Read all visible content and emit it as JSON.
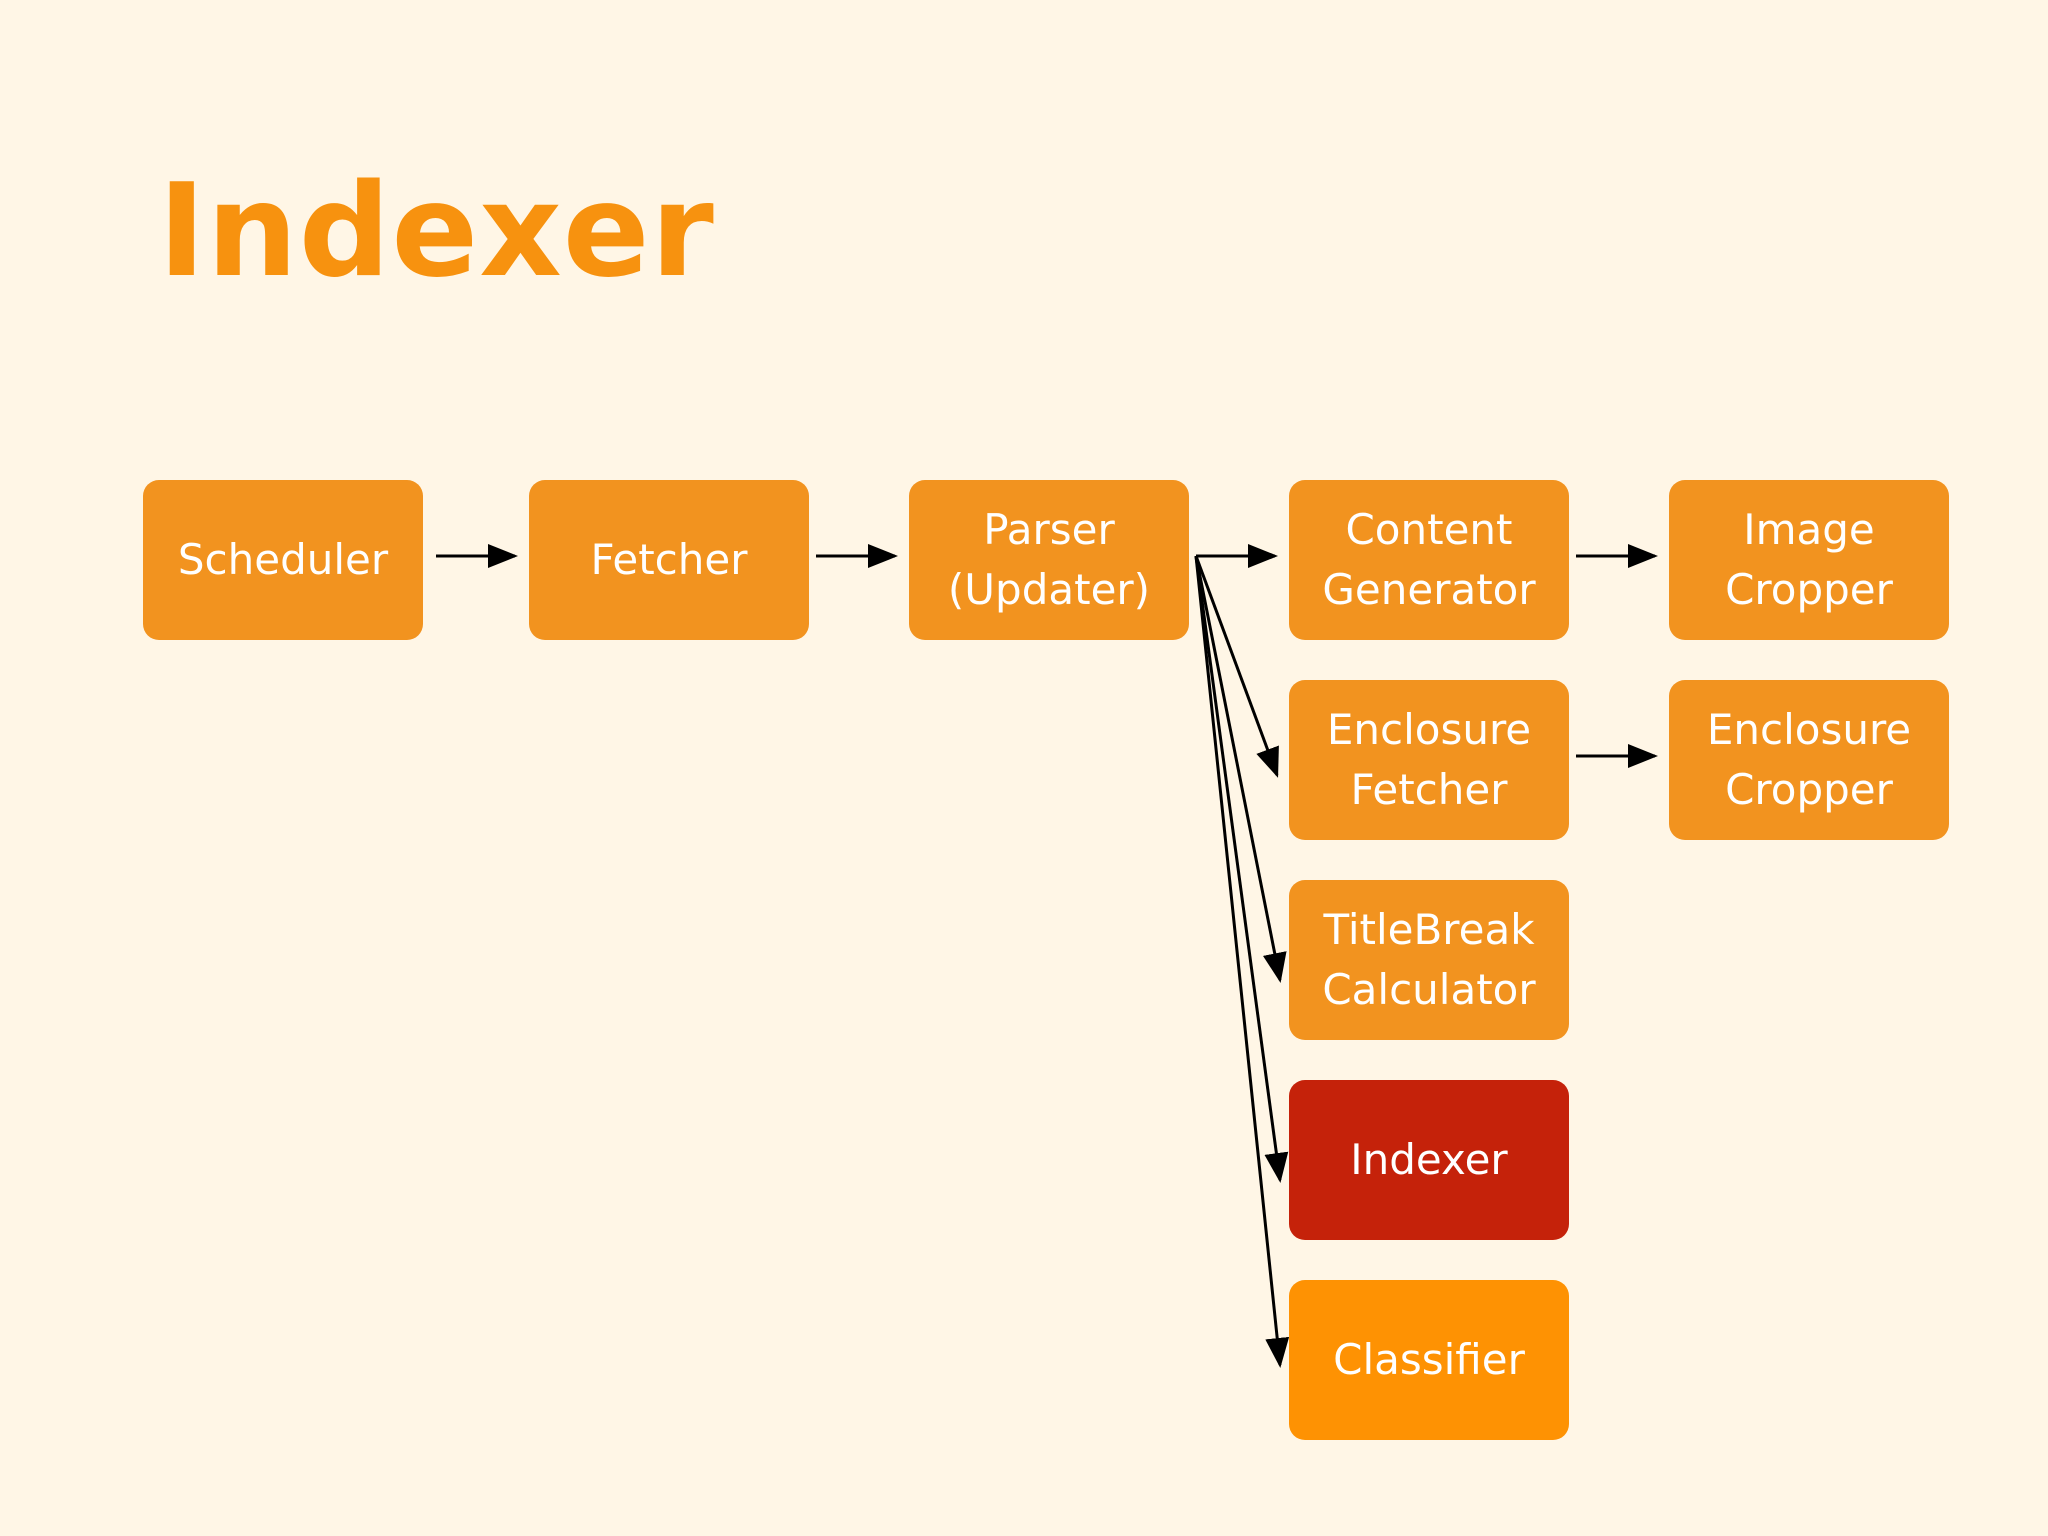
{
  "slide": {
    "title": "Indexer",
    "colors": {
      "background": "#fff6e6",
      "title": "#f7920f",
      "node": "#f2931f",
      "highlight": "#c5220a",
      "classifier": "#fe9203",
      "node_text": "#ffffff",
      "arrow": "#000000"
    }
  },
  "nodes": {
    "scheduler": "Scheduler",
    "fetcher": "Fetcher",
    "parser": "Parser\n(Updater)",
    "content_generator": "Content\nGenerator",
    "image_cropper": "Image\nCropper",
    "enclosure_fetcher": "Enclosure\nFetcher",
    "enclosure_cropper": "Enclosure\nCropper",
    "titlebreak_calculator": "TitleBreak\nCalculator",
    "indexer": "Indexer",
    "classifier": "Classifier"
  },
  "edges": [
    {
      "from": "scheduler",
      "to": "fetcher"
    },
    {
      "from": "fetcher",
      "to": "parser"
    },
    {
      "from": "parser",
      "to": "content_generator"
    },
    {
      "from": "parser",
      "to": "enclosure_fetcher"
    },
    {
      "from": "parser",
      "to": "titlebreak_calculator"
    },
    {
      "from": "parser",
      "to": "indexer"
    },
    {
      "from": "parser",
      "to": "classifier"
    },
    {
      "from": "content_generator",
      "to": "image_cropper"
    },
    {
      "from": "enclosure_fetcher",
      "to": "enclosure_cropper"
    }
  ],
  "highlighted_node": "indexer"
}
